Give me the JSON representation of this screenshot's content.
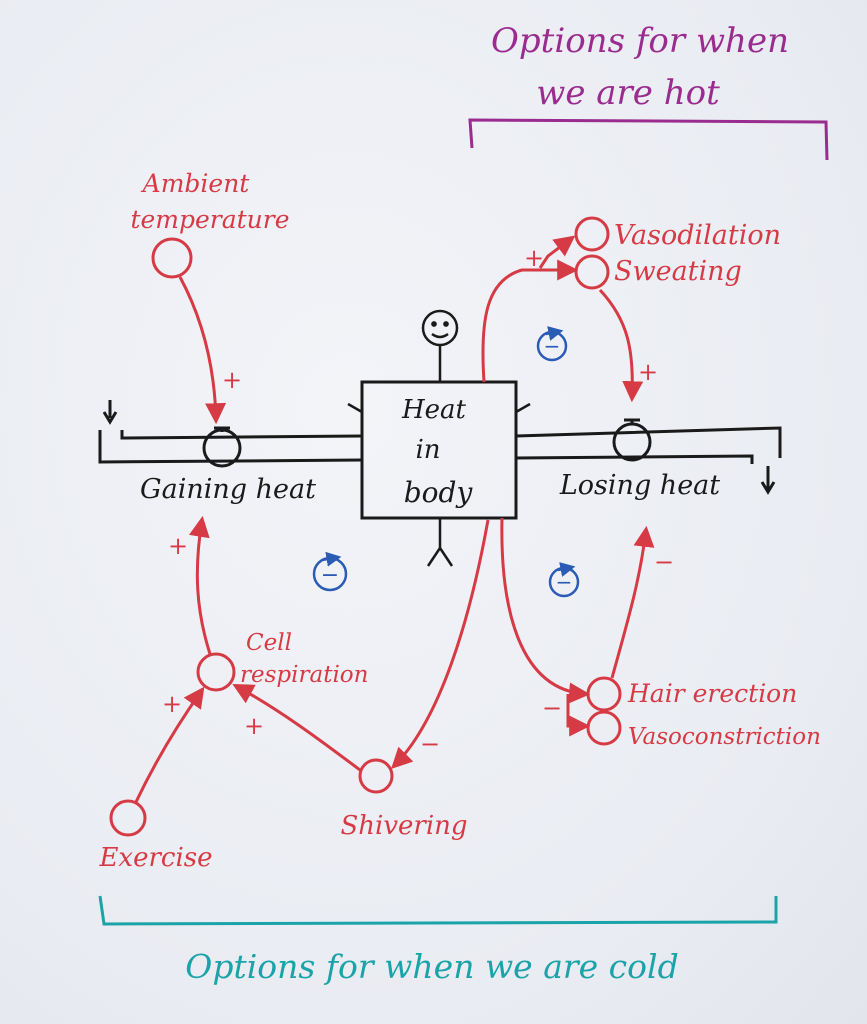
{
  "header_hot": {
    "line1": "Options for when",
    "line2": "we are hot"
  },
  "footer_cold": "Options for when we are cold",
  "stock": {
    "line1": "Heat",
    "line2": "in",
    "line3": "body"
  },
  "flows": {
    "gaining": "Gaining heat",
    "losing": "Losing heat"
  },
  "variables": {
    "ambient_line1": "Ambient",
    "ambient_line2": "temperature",
    "vasodilation": "Vasodilation",
    "sweating": "Sweating",
    "hair_erection": "Hair erection",
    "vasoconstriction": "Vasoconstriction",
    "cell_line1": "Cell",
    "cell_line2": "respiration",
    "shivering": "Shivering",
    "exercise": "Exercise"
  },
  "signs": {
    "ambient_to_gaining": "+",
    "to_vasodilation": "+",
    "to_losing": "+",
    "hair_to_losing": "−",
    "to_hair": "−",
    "to_shivering": "−",
    "shivering_to_cell": "+",
    "exercise_to_cell": "+",
    "cell_to_gaining": "+"
  },
  "loops": {
    "top_right": "−",
    "bottom_left": "−",
    "bottom_right": "−"
  },
  "colors": {
    "red": "#d63a45",
    "black": "#1a1a1a",
    "purple": "#9a2c8f",
    "teal": "#1aa3a8",
    "blue": "#2a5bb5"
  }
}
